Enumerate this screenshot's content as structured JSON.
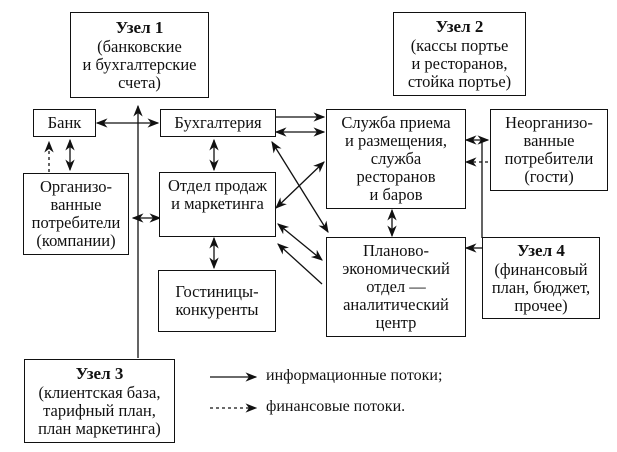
{
  "nodes": {
    "node1": {
      "title": "Узел 1",
      "lines": [
        "(банковские",
        "и бухгалтерские",
        "счета)"
      ]
    },
    "node2": {
      "title": "Узел 2",
      "lines": [
        "(кассы портье",
        "и ресторанов,",
        "стойка портье)"
      ]
    },
    "node3": {
      "title": "Узел 3",
      "lines": [
        "(клиентская база,",
        "тарифный план,",
        "план маркетинга)"
      ]
    },
    "node4": {
      "title": "Узел 4",
      "lines": [
        "(финансовый",
        "план, бюджет,",
        "прочее)"
      ]
    },
    "bank": {
      "lines": [
        "Банк"
      ]
    },
    "accounting": {
      "lines": [
        "Бухгалтерия"
      ]
    },
    "reception": {
      "lines": [
        "Служба приема",
        "и размещения,",
        "служба",
        "ресторанов",
        "и баров"
      ]
    },
    "unorganized": {
      "lines": [
        "Неорганизо-",
        "ванные",
        "потребители",
        "(гости)"
      ]
    },
    "organized": {
      "lines": [
        "Организо-",
        "ванные",
        "потребители",
        "(компании)"
      ]
    },
    "sales": {
      "lines": [
        "Отдел продаж",
        "и маркетинга"
      ]
    },
    "competitors": {
      "lines": [
        "Гостиницы-",
        "конкуренты"
      ]
    },
    "planning": {
      "lines": [
        "Планово-",
        "экономический",
        "отдел —",
        "аналитический",
        "центр"
      ]
    }
  },
  "legend": {
    "info": {
      "label": "информационные потоки;",
      "style": "solid"
    },
    "finance": {
      "label": "финансовые потоки.",
      "style": "dashed"
    }
  },
  "colors": {
    "line": "#111111",
    "background": "#ffffff"
  }
}
